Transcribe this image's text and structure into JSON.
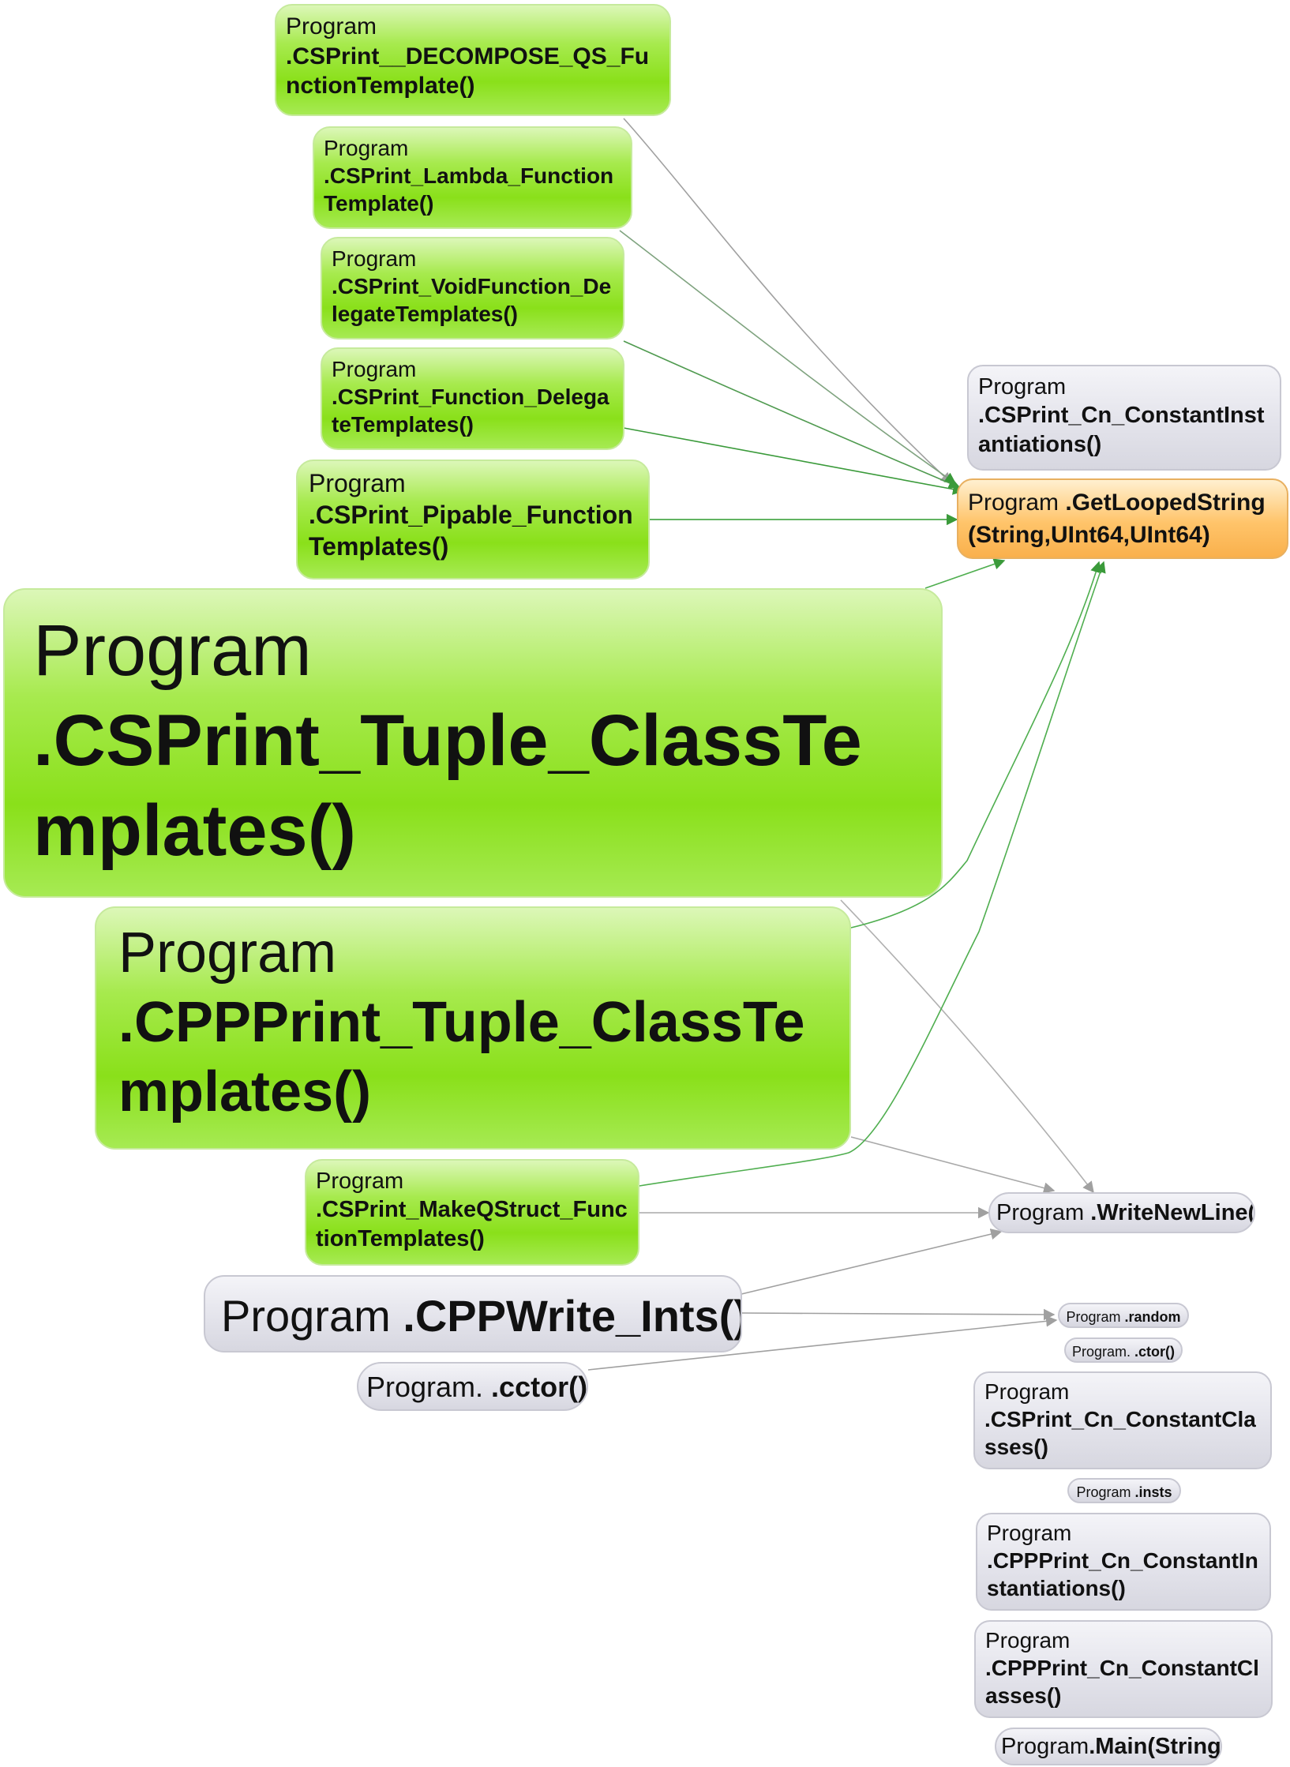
{
  "diagram": {
    "nodes": [
      {
        "id": "decompose",
        "prefix": "Program",
        "name": ".CSPrint__DECOMPOSE_QS_FunctionTemplate()",
        "style": "green"
      },
      {
        "id": "lambda",
        "prefix": "Program",
        "name": ".CSPrint_Lambda_FunctionTemplate()",
        "style": "green"
      },
      {
        "id": "voidfunc",
        "prefix": "Program",
        "name": ".CSPrint_VoidFunction_DelegateTemplates()",
        "style": "green"
      },
      {
        "id": "funcdelegate",
        "prefix": "Program",
        "name": ".CSPrint_Function_DelegateTemplates()",
        "style": "green"
      },
      {
        "id": "pipable",
        "prefix": "Program",
        "name": ".CSPrint_Pipable_FunctionTemplates()",
        "style": "green"
      },
      {
        "id": "cstuple",
        "prefix": "Program",
        "name": ".CSPrint_Tuple_ClassTemplates()",
        "style": "green"
      },
      {
        "id": "cpptuple",
        "prefix": "Program",
        "name": ".CPPPrint_Tuple_ClassTemplates()",
        "style": "green"
      },
      {
        "id": "makeqstruct",
        "prefix": "Program",
        "name": ".CSPrint_MakeQStruct_FunctionTemplates()",
        "style": "green"
      },
      {
        "id": "cppwriteints",
        "prefix": "Program ",
        "name": ".CPPWrite_Ints()",
        "style": "gray"
      },
      {
        "id": "cctor",
        "prefix": "Program. ",
        "name": ".cctor()",
        "style": "gray"
      },
      {
        "id": "cnconstinst",
        "prefix": "Program",
        "name": ".CSPrint_Cn_ConstantInstantiations()",
        "style": "gray"
      },
      {
        "id": "getloopedstring",
        "prefix": "Program ",
        "name": ".GetLoopedString(String,UInt64,UInt64)",
        "style": "orange"
      },
      {
        "id": "writenewline",
        "prefix": "Program ",
        "name": ".WriteNewLine()",
        "style": "gray"
      },
      {
        "id": "random",
        "prefix": "Program ",
        "name": ".random",
        "style": "gray"
      },
      {
        "id": "ctor",
        "prefix": "Program. ",
        "name": ".ctor()",
        "style": "gray"
      },
      {
        "id": "cnconstclasses",
        "prefix": "Program",
        "name": ".CSPrint_Cn_ConstantClasses()",
        "style": "gray"
      },
      {
        "id": "insts",
        "prefix": "Program ",
        "name": ".insts",
        "style": "gray"
      },
      {
        "id": "cppcnconstinst",
        "prefix": "Program",
        "name": ".CPPPrint_Cn_ConstantInstantiations()",
        "style": "gray"
      },
      {
        "id": "cppcnconstclasses",
        "prefix": "Program",
        "name": ".CPPPrint_Cn_ConstantClasses()",
        "style": "gray"
      },
      {
        "id": "main",
        "prefix": "Program",
        "name": ".Main(String[])",
        "style": "gray"
      }
    ],
    "edges": [
      {
        "from": "decompose",
        "to": "getloopedstring",
        "color": "#a0a0a0"
      },
      {
        "from": "lambda",
        "to": "getloopedstring",
        "color": "#7fa37f"
      },
      {
        "from": "voidfunc",
        "to": "getloopedstring",
        "color": "#4f9a4f"
      },
      {
        "from": "funcdelegate",
        "to": "getloopedstring",
        "color": "#3a9a3a"
      },
      {
        "from": "pipable",
        "to": "getloopedstring",
        "color": "#2e9a2e"
      },
      {
        "from": "cstuple",
        "to": "getloopedstring",
        "color": "#4fae4f"
      },
      {
        "from": "cstuple",
        "to": "writenewline",
        "color": "#b0b0b0"
      },
      {
        "from": "cpptuple",
        "to": "getloopedstring",
        "color": "#4fae4f"
      },
      {
        "from": "cpptuple",
        "to": "writenewline",
        "color": "#a8a8a8"
      },
      {
        "from": "makeqstruct",
        "to": "getloopedstring",
        "color": "#4fae4f"
      },
      {
        "from": "makeqstruct",
        "to": "writenewline",
        "color": "#a8a8a8"
      },
      {
        "from": "cppwriteints",
        "to": "writenewline",
        "color": "#a0a0a0"
      },
      {
        "from": "cppwriteints",
        "to": "random",
        "color": "#a0a0a0"
      },
      {
        "from": "cctor",
        "to": "random",
        "color": "#a0a0a0"
      }
    ]
  }
}
